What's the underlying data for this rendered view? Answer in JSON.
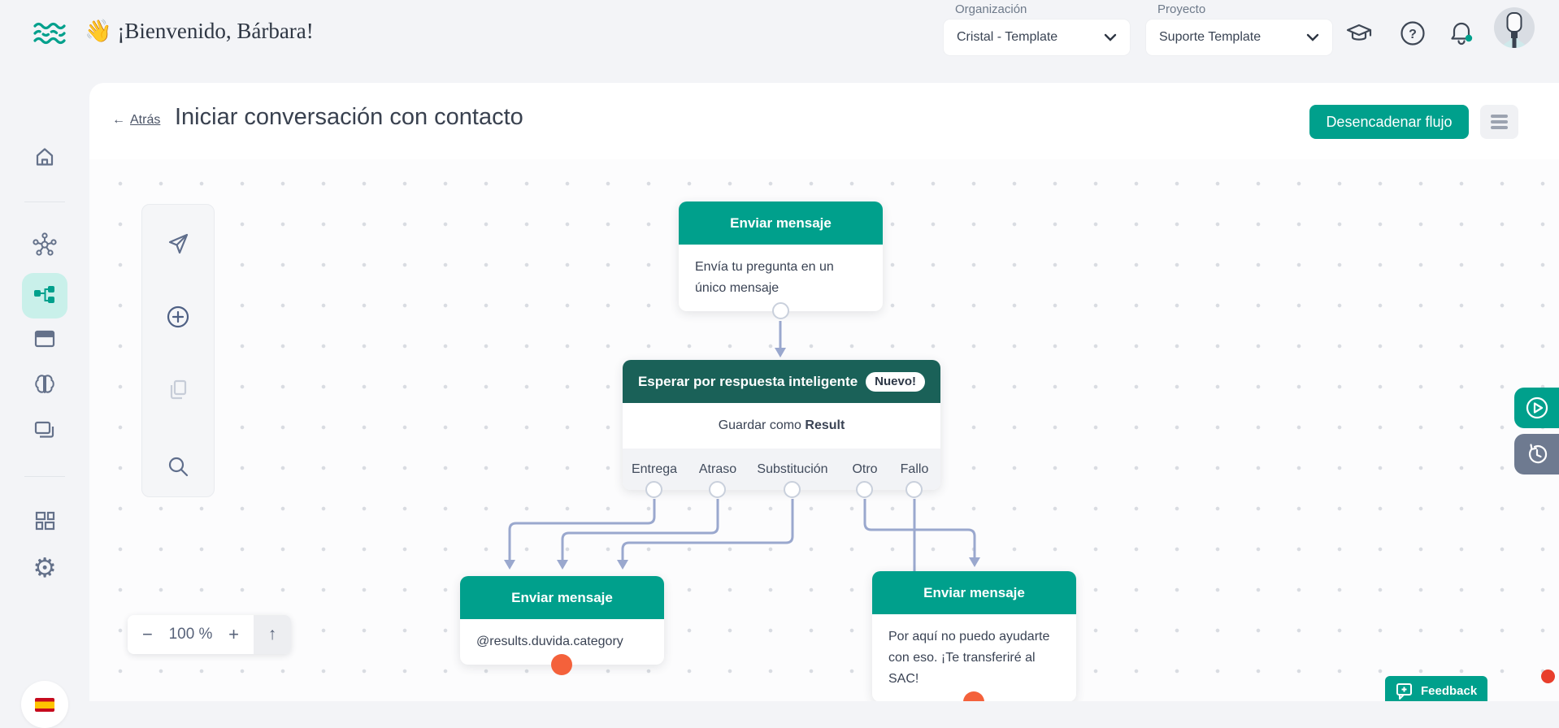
{
  "topbar": {
    "welcome": "👋 ¡Bienvenido, Bárbara!",
    "organization": {
      "label": "Organización",
      "value": "Cristal - Template"
    },
    "project": {
      "label": "Proyecto",
      "value": "Suporte Template"
    },
    "icons": [
      "academy-icon",
      "help-icon",
      "notifications-icon",
      "avatar"
    ]
  },
  "sidebar": {
    "icons": [
      "home-icon",
      "hub-icon",
      "flows-icon",
      "window-icon",
      "brain-icon",
      "chat-icon",
      "apps-icon",
      "settings-icon"
    ],
    "active_icon": "flows-icon",
    "language": "es"
  },
  "header": {
    "back_arrow": "←",
    "back_label": "Atrás",
    "title": "Iniciar conversación con contacto",
    "trigger_button": "Desencadenar flujo"
  },
  "canvas": {
    "toolbar_icons": [
      "send-icon",
      "add-icon",
      "copy-icon",
      "search-icon"
    ],
    "zoom": {
      "minus": "−",
      "value": "100 %",
      "plus": "+",
      "up_arrow": "↑"
    },
    "edge_buttons": [
      "run-icon",
      "history-icon"
    ],
    "feedback_label": "Feedback"
  },
  "flow": {
    "send_node_1": {
      "title": "Enviar mensaje",
      "body": "Envía tu pregunta en un único mensaje"
    },
    "wait_node": {
      "title": "Esperar por respuesta inteligente",
      "badge": "Nuevo!",
      "save_prefix": "Guardar como ",
      "save_result": "Result",
      "categories": [
        "Entrega",
        "Atraso",
        "Substitución",
        "Otro",
        "Fallo"
      ]
    },
    "send_node_2": {
      "title": "Enviar mensaje",
      "body": "@results.duvida.category"
    },
    "send_node_3": {
      "title": "Enviar mensaje",
      "body": "Por aquí no puedo ayudarte con eso. ¡Te transferiré al SAC!"
    }
  },
  "colors": {
    "primary": "#00A08C",
    "wait_header": "#1A6158",
    "connector": "#9AA8CE",
    "error_port": "#F4613B",
    "notification": "#E83E2C",
    "active_tile": "#C9F0EA"
  }
}
